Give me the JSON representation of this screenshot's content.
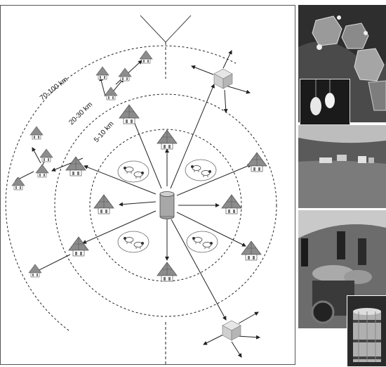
{
  "rings": [
    {
      "label": "5-10 km"
    },
    {
      "label": "20-30 km"
    },
    {
      "label": "70-100 km"
    }
  ],
  "icons": {
    "center": "cylindrical-storage-tank",
    "depots": "cube-depot",
    "huts": "shepherd-hut",
    "herds": "sheep-flock",
    "antenna": "y-shaped-antenna"
  },
  "photos": [
    {
      "name": "cheese-molds-photo"
    },
    {
      "name": "hanging-cheese-inset-photo"
    },
    {
      "name": "mountain-pasture-vehicles-photo"
    },
    {
      "name": "loading-containers-photo"
    },
    {
      "name": "wooden-barrel-photo"
    }
  ],
  "colors": {
    "hut_fill": "#8a8a8a",
    "tank_fill": "#a8a8a8",
    "line": "#333333",
    "dash": "#222222"
  }
}
